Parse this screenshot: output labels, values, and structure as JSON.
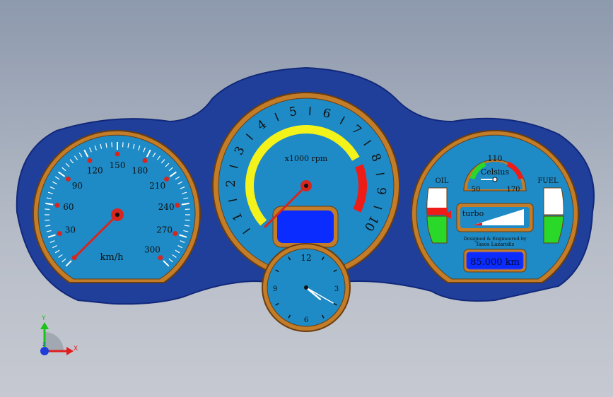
{
  "speedometer": {
    "labels": [
      "30",
      "60",
      "90",
      "120",
      "150",
      "180",
      "210",
      "240",
      "270",
      "300"
    ],
    "unit": "km/h",
    "needle_value": 0
  },
  "tachometer": {
    "labels": [
      "1",
      "2",
      "3",
      "4",
      "5",
      "6",
      "7",
      "8",
      "9",
      "10"
    ],
    "unit": "x1000 rpm",
    "needle_value": 0.2
  },
  "clock": {
    "labels": [
      "12",
      "3",
      "6",
      "9"
    ],
    "hour": 4,
    "minute": 20
  },
  "aux": {
    "temp_value": "110",
    "temp_unit": "Celsius",
    "temp_min": "50",
    "temp_max": "170",
    "oil_label": "OIL",
    "fuel_label": "FUEL",
    "turbo_label": "turbo",
    "credit_line1": "Designed & Engineered by",
    "credit_line2": "Tasos Lazaridis",
    "odometer": "85.000 km"
  },
  "axis_triad": {
    "x_label": "X",
    "y_label": "Y",
    "z_label": "Z"
  },
  "colors": {
    "housing": "#1f3f9b",
    "face": "#1e8ac6",
    "bezel": "#c37d28",
    "needle": "#d7261e",
    "yellow_band": "#f4f21b",
    "red_band": "#ef1b16",
    "green_band": "#2ad82a"
  }
}
